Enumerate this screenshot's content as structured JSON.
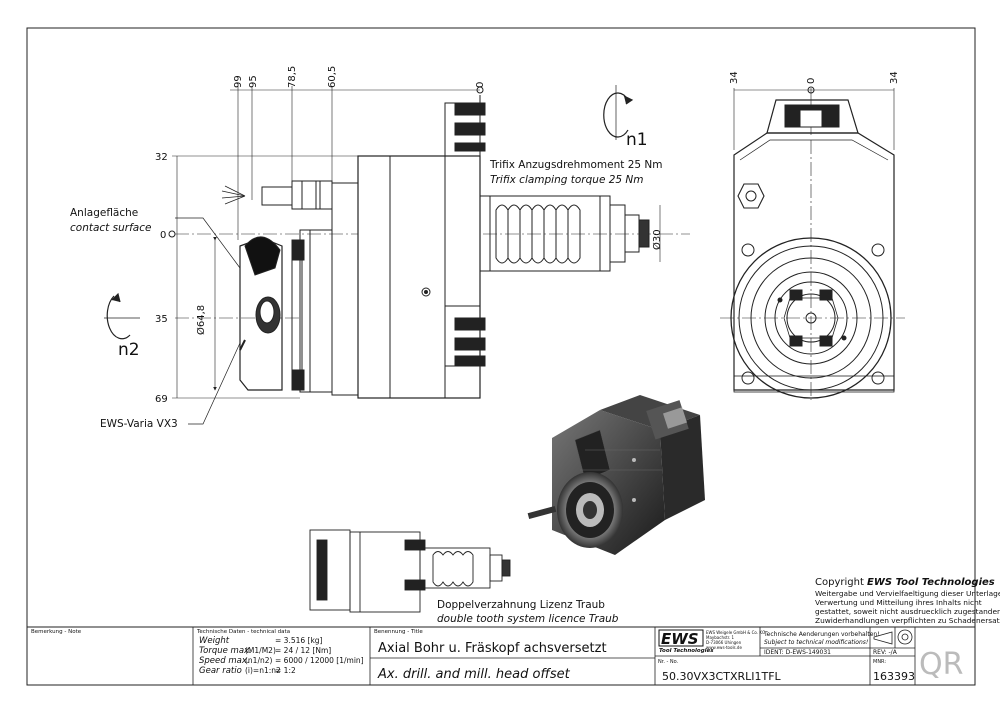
{
  "dimensions": {
    "top": [
      "99",
      "95",
      "78,5",
      "60,5",
      "0"
    ],
    "left": [
      "32",
      "0",
      "35",
      "69"
    ],
    "diameter_len": "Ø64,8",
    "diameter_shank": "Ø30",
    "front_top": [
      "34",
      "0",
      "34"
    ]
  },
  "callouts": {
    "anlage_de": "Anlagefläche",
    "anlage_en": "contact surface",
    "varia": "EWS-Varia VX3",
    "n1": "n1",
    "n2": "n2",
    "trifix_de": "Trifix Anzugsdrehmoment  25 Nm",
    "trifix_en": "Trifix clamping torque  25 Nm",
    "doppel_de": "Doppelverzahnung Lizenz Traub",
    "doppel_en": "double tooth system licence Traub"
  },
  "copyright": {
    "title_prefix": "Copyright ",
    "title_brand": "EWS Tool Technologies",
    "lines": [
      "Weitergabe und Vervielfaeltigung dieser Unterlage,",
      "Verwertung und Mitteilung ihres Inhalts nicht",
      "gestattet, soweit nicht ausdruecklich zugestanden.",
      "Zuwiderhandlungen verpflichten zu Schadenersatz."
    ]
  },
  "title_block": {
    "note_label": "Bemerkung - Note",
    "tech_label": "Technische Daten - technical data",
    "tech_rows": [
      {
        "label": "Weight",
        "sub": "",
        "value": "=  3.516 [kg]"
      },
      {
        "label": "Torque max.",
        "sub": "(M1/M2)",
        "value": "=  24  /  12 [Nm]"
      },
      {
        "label": "Speed max.",
        "sub": "(n1/n2)",
        "value": "=  6000  /  12000 [1/min]"
      },
      {
        "label": "Gear ratio",
        "sub": "(i)=n1:n2",
        "value": "=  1:2"
      }
    ],
    "name_label": "Benennung - Title",
    "name_de": "Axial Bohr u. Fräskopf achsversetzt",
    "name_en": "Ax. drill. and mill. head offset",
    "logo": "EWS",
    "logo_sub": "Tool Technologies",
    "company_lines": [
      "EWS Weigele GmbH & Co. KG",
      "Maybachstr. 1",
      "D-73066 Uhingen",
      "www.ews-tools.de"
    ],
    "nr_label": "Nr. - No.",
    "part_no": "50.30VX3CTXRLI1TFL",
    "changes_de": "Technische Aenderungen vorbehalten!",
    "changes_en": "Subject to technical modifications!",
    "ident": "IDENT:  D-EWS-149031",
    "rev": "REV:  -/A",
    "mnr_label": "MNR:",
    "mnr": "163393",
    "qr": "QR"
  }
}
